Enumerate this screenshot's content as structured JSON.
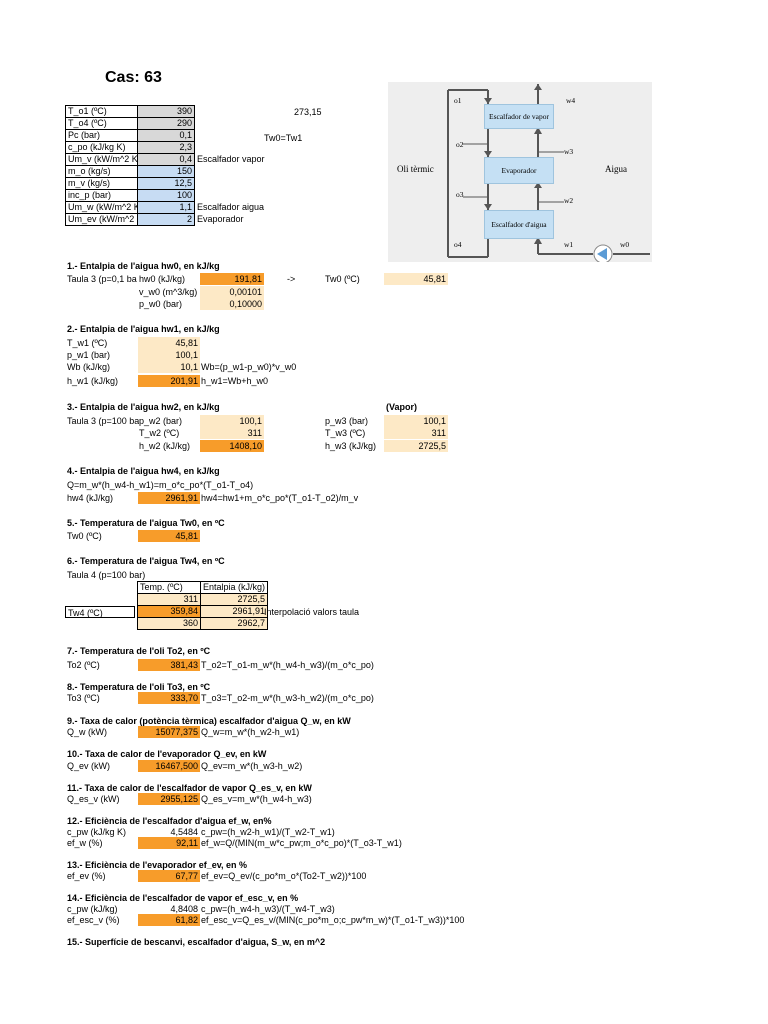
{
  "title": "Cas: 63",
  "inputs": [
    {
      "label": "T_o1 (ºC)",
      "value": "390",
      "color": "grey",
      "note": ""
    },
    {
      "label": "T_o4 (ºC)",
      "value": "290",
      "color": "grey",
      "note": ""
    },
    {
      "label": "Pc (bar)",
      "value": "0,1",
      "color": "grey",
      "note": ""
    },
    {
      "label": "c_po (kJ/kg K)",
      "value": "2,3",
      "color": "grey",
      "note": ""
    },
    {
      "label": "Um_v (kW/m^2 K",
      "value": "0,4",
      "color": "grey",
      "note": "Escalfador vapor"
    },
    {
      "label": "m_o (kg/s)",
      "value": "150",
      "color": "blue",
      "note": ""
    },
    {
      "label": "m_v (kg/s)",
      "value": "12,5",
      "color": "blue",
      "note": ""
    },
    {
      "label": "inc_p (bar)",
      "value": "100",
      "color": "blue",
      "note": ""
    },
    {
      "label": "Um_w (kW/m^2 K",
      "value": "1,1",
      "color": "blue",
      "note": "Escalfador aigua"
    },
    {
      "label": "Um_ev (kW/m^2",
      "value": "2",
      "color": "blue",
      "note": "Evaporador"
    }
  ],
  "side_notes": {
    "kelvin": "273,15",
    "tw0_eq": "Tw0=Tw1"
  },
  "diagram": {
    "box1": "Escalfador de vapor",
    "box2": "Evaporador",
    "box3": "Escalfador d'aigua",
    "left": "Oli tèrmic",
    "right": "Aigua",
    "o1": "o1",
    "o2": "o2",
    "o3": "o3",
    "o4": "o4",
    "w0": "w0",
    "w1": "w1",
    "w2": "w2",
    "w3": "w3",
    "w4": "w4"
  },
  "s1": {
    "heading": "1.- Entalpia de l'aigua hw0, en kJ/kg",
    "taula": "Taula 3 (p=0,1 ba",
    "hw0_label": "hw0 (kJ/kg)",
    "hw0": "191,81",
    "arrow": "->",
    "tw0_label": "Tw0 (ºC)",
    "tw0": "45,81",
    "vw0_label": "v_w0 (m^3/kg)",
    "vw0": "0,00101",
    "pw0_label": "p_w0 (bar)",
    "pw0": "0,10000"
  },
  "s2": {
    "heading": "2.- Entalpia de l'aigua hw1, en kJ/kg",
    "tw1_label": "T_w1 (ºC)",
    "tw1": "45,81",
    "pw1_label": "p_w1 (bar)",
    "pw1": "100,1",
    "wb_label": "Wb (kJ/kg)",
    "wb": "10,1",
    "wb_formula": "Wb=(p_w1-p_w0)*v_w0",
    "hw1_label": "h_w1 (kJ/kg)",
    "hw1": "201,91",
    "hw1_formula": "h_w1=Wb+h_w0"
  },
  "s3": {
    "heading": "3.- Entalpia de l'aigua hw2, en kJ/kg",
    "vapor": "(Vapor)",
    "taula": "Taula 3 (p=100 ba",
    "pw2_label": "p_w2 (bar)",
    "pw2": "100,1",
    "tw2_label": "T_w2 (ºC)",
    "tw2": "311",
    "hw2_label": "h_w2 (kJ/kg)",
    "hw2": "1408,10",
    "pw3_label": "p_w3 (bar)",
    "pw3": "100,1",
    "tw3_label": "T_w3 (ºC)",
    "tw3": "311",
    "hw3_label": "h_w3 (kJ/kg)",
    "hw3": "2725,5"
  },
  "s4": {
    "heading": "4.- Entalpia de l'aigua hw4, en kJ/kg",
    "eq": "Q=m_w*(h_w4-h_w1)=m_o*c_po*(T_o1-T_o4)",
    "hw4_label": "hw4 (kJ/kg)",
    "hw4": "2961,91",
    "hw4_formula": "hw4=hw1+m_o*c_po*(T_o1-T_o2)/m_v"
  },
  "s5": {
    "heading": "5.- Temperatura de l'aigua Tw0, en ºC",
    "tw0_label": "Tw0 (ºC)",
    "tw0": "45,81"
  },
  "s6": {
    "heading": "6.- Temperatura de l'aigua Tw4, en ºC",
    "taula": "Taula 4 (p=100 bar)",
    "col1": "Temp. (ºC)",
    "col2": "Entalpia (kJ/kg)",
    "r1c1": "311",
    "r1c2": "2725,5",
    "tw4_label": "Tw4 (ºC)",
    "r2c1": "359,84",
    "r2c2": "2961,91",
    "interp": "Interpolació valors taula",
    "r3c1": "360",
    "r3c2": "2962,7"
  },
  "s7": {
    "heading": "7.- Temperatura de l'oli To2, en ºC",
    "label": "To2 (ºC)",
    "value": "381,43",
    "formula": "T_o2=T_o1-m_w*(h_w4-h_w3)/(m_o*c_po)"
  },
  "s8": {
    "heading": "8.- Temperatura de l'oli To3, en ºC",
    "label": "To3 (ºC)",
    "value": "333,70",
    "formula": "T_o3=T_o2-m_w*(h_w3-h_w2)/(m_o*c_po)"
  },
  "s9": {
    "heading": "9.- Taxa de calor (potència tèrmica) escalfador d'aigua Q_w, en kW",
    "label": "Q_w (kW)",
    "value": "15077,375",
    "formula": "Q_w=m_w*(h_w2-h_w1)"
  },
  "s10": {
    "heading": "10.- Taxa de calor de l'evaporador Q_ev, en kW",
    "label": "Q_ev (kW)",
    "value": "16467,500",
    "formula": "Q_ev=m_w*(h_w3-h_w2)"
  },
  "s11": {
    "heading": "11.- Taxa de calor de l'escalfador de vapor Q_es_v, en kW",
    "label": "Q_es_v (kW)",
    "value": "2955,125",
    "formula": "Q_es_v=m_w*(h_w4-h_w3)"
  },
  "s12": {
    "heading": "12.- Eficiència de l'escalfador d'aigua ef_w, en%",
    "cpw_label": "c_pw (kJ/kg K)",
    "cpw": "4,5484",
    "cpw_formula": "c_pw=(h_w2-h_w1)/(T_w2-T_w1)",
    "ef_label": "ef_w (%)",
    "ef": "92,11",
    "ef_formula": "ef_w=Q/(MIN(m_w*c_pw;m_o*c_po)*(T_o3-T_w1)"
  },
  "s13": {
    "heading": "13.- Eficiència de l'evaporador ef_ev, en %",
    "label": "ef_ev (%)",
    "value": "67,77",
    "formula": "ef_ev=Q_ev/(c_po*m_o*(To2-T_w2))*100"
  },
  "s14": {
    "heading": "14.- Eficiència de l'escalfador de vapor ef_esc_v, en %",
    "cpw_label": "c_pw (kJ/kg)",
    "cpw": "4,8408",
    "cpw_formula": "c_pw=(h_w4-h_w3)/(T_w4-T_w3)",
    "ef_label": "ef_esc_v (%)",
    "ef": "61,82",
    "ef_formula": "ef_esc_v=Q_es_v/(MIN(c_po*m_o;c_pw*m_w)*(T_o1-T_w3))*100"
  },
  "s15": {
    "heading": "15.- Superfície de bescanvi, escalfador d'aigua, S_w, en m^2"
  },
  "colors": {
    "orange": "#f79c2a",
    "light": "#fde9c6",
    "blue": "#c7dcf3",
    "grey": "#d8d8d8"
  }
}
